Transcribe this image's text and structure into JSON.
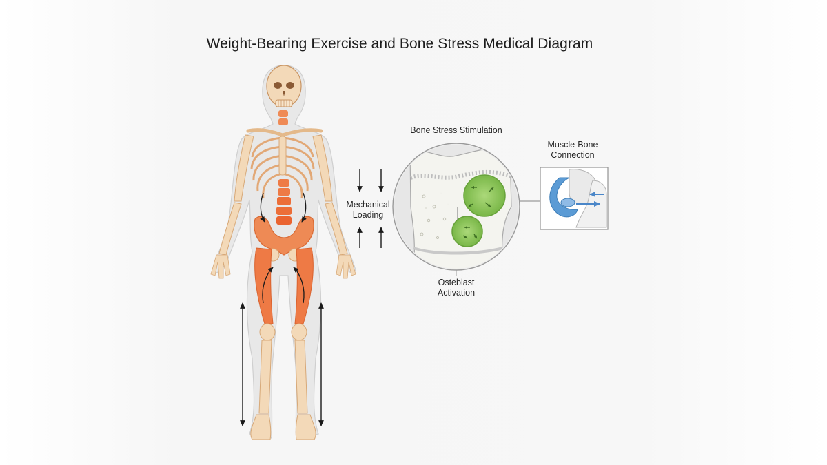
{
  "title": "Weight-Bearing Exercise and Bone Stress Medical Diagram",
  "labels": {
    "mechanical_loading": [
      "Mechanical",
      "Loading"
    ],
    "bone_stress": "Bone Stress Stimulation",
    "muscle_bone": [
      "Muscle-Bone",
      "Connection"
    ],
    "osteoblast": [
      "Osteblast",
      "Activation"
    ]
  },
  "colors": {
    "bone": "#f3d9b8",
    "bone_outline": "#d7a877",
    "stress_orange": "#ee7a45",
    "body_silhouette": "#e6e6e6",
    "osteoblast_green": "#7cc24a",
    "muscle_blue": "#5b9bd5",
    "arrow": "#1a1a1a"
  },
  "icons": [
    "skeleton-figure",
    "bone-cross-section",
    "joint-closeup"
  ]
}
